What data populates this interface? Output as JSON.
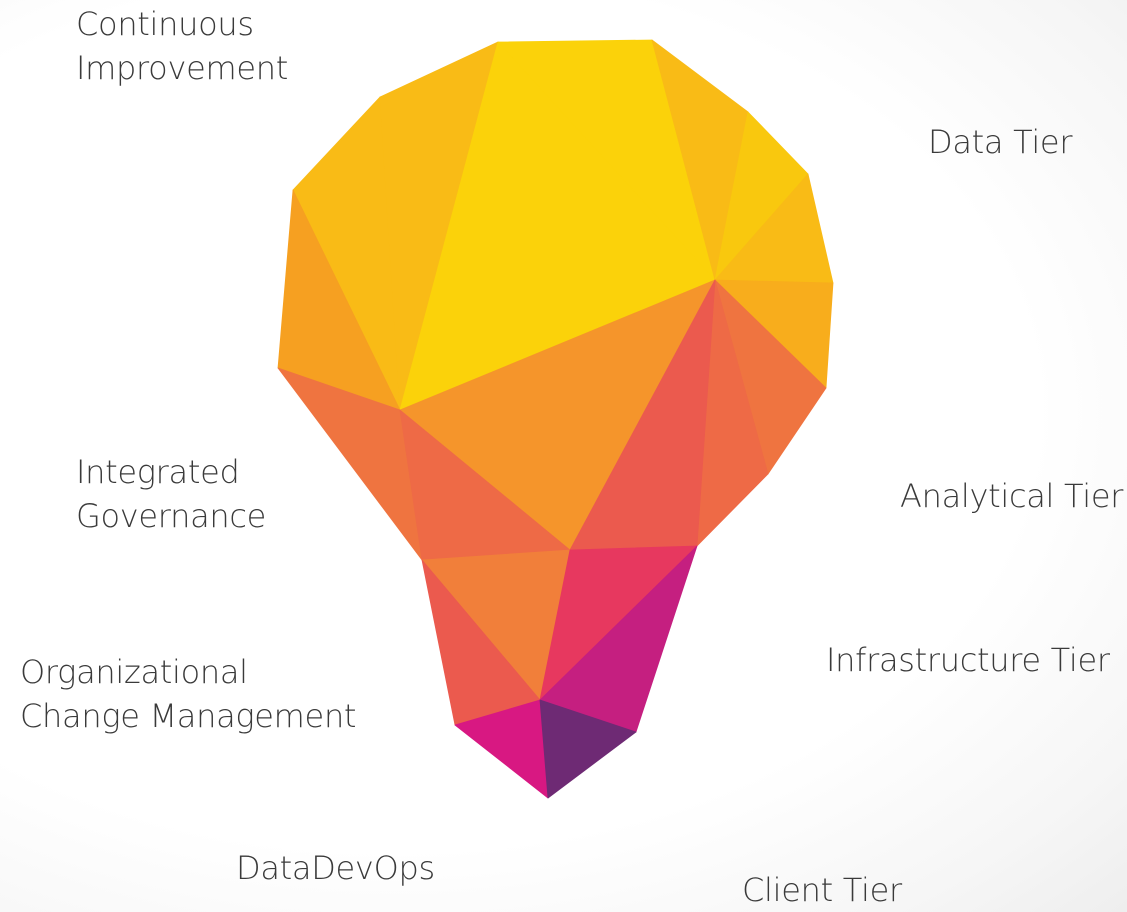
{
  "labels": {
    "continuous_improvement": [
      "Continuous",
      "Improvement"
    ],
    "data_tier": "Data Tier",
    "integrated_governance": [
      "Integrated",
      "Governance"
    ],
    "analytical_tier": "Analytical Tier",
    "infrastructure_tier": "Infrastructure Tier",
    "organizational_change_management": [
      "Organizational",
      "Change Management"
    ],
    "datadevops": "DataDevOps",
    "client_tier": "Client Tier"
  },
  "colors": {
    "yellow_bright": "#FBD20A",
    "yellow": "#F9C80E",
    "amber": "#F9BB16",
    "amber_dark": "#F8AD1C",
    "orange_light": "#F6A021",
    "orange": "#F5952B",
    "orange_mid": "#F4892E",
    "orange_deep": "#F17F3A",
    "coral": "#EF7440",
    "red_orange": "#EE6A46",
    "coral_red": "#EB5A4E",
    "red_pink": "#E84A55",
    "crimson": "#E7385F",
    "magenta": "#C51F80",
    "pink_magenta": "#D81882",
    "purple": "#6E2A74",
    "label_text": "#3A3A3A"
  }
}
